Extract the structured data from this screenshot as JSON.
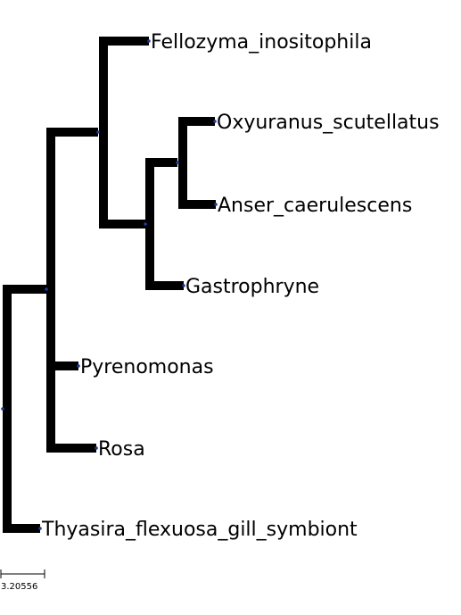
{
  "tree": {
    "leaves": [
      {
        "id": "leaf-fellozyma",
        "label": "Fellozyma_inositophila"
      },
      {
        "id": "leaf-oxyuranus",
        "label": "Oxyuranus_scutellatus"
      },
      {
        "id": "leaf-anser",
        "label": "Anser_caerulescens"
      },
      {
        "id": "leaf-gastrophryne",
        "label": "Gastrophryne"
      },
      {
        "id": "leaf-pyrenomonas",
        "label": "Pyrenomonas"
      },
      {
        "id": "leaf-rosa",
        "label": "Rosa"
      },
      {
        "id": "leaf-thyasira",
        "label": "Thyasira_flexuosa_gill_symbiont"
      }
    ]
  },
  "scale_bar": {
    "label": "3.20556"
  },
  "colors": {
    "branch": "#000000",
    "node_dot": "#1f3a93",
    "text": "#000000"
  }
}
